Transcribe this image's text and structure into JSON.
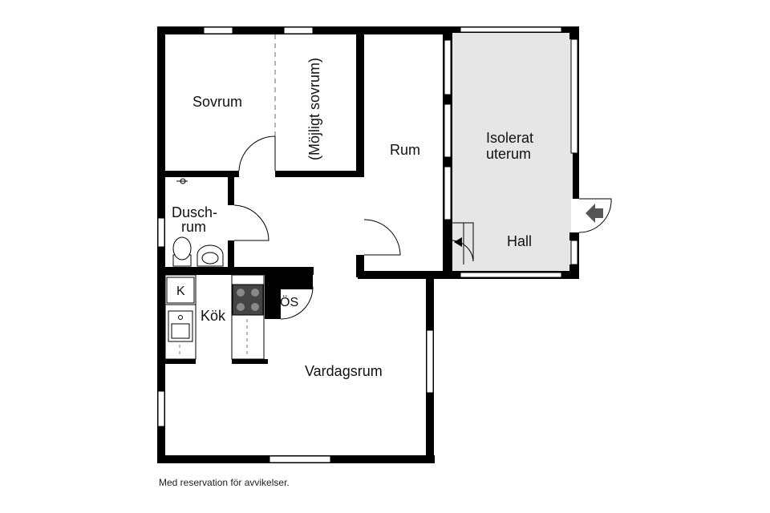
{
  "rooms": {
    "sovrum": "Sovrum",
    "mojligt_sovrum": "(Möjligt sovrum)",
    "rum": "Rum",
    "isolerat_line1": "Isolerat",
    "isolerat_line2": "uterum",
    "hall": "Hall",
    "dusch_line1": "Dusch-",
    "dusch_line2": "rum",
    "kok": "Kök",
    "vardagsrum": "Vardagsrum"
  },
  "fixtures": {
    "kyl": "K",
    "oppen_spis": "ÖS"
  },
  "footnote": "Med reservation för avvikelser.",
  "colors": {
    "wall": "#000000",
    "uterum_fill": "#e6e6e6",
    "window_fill": "#ffffff"
  }
}
